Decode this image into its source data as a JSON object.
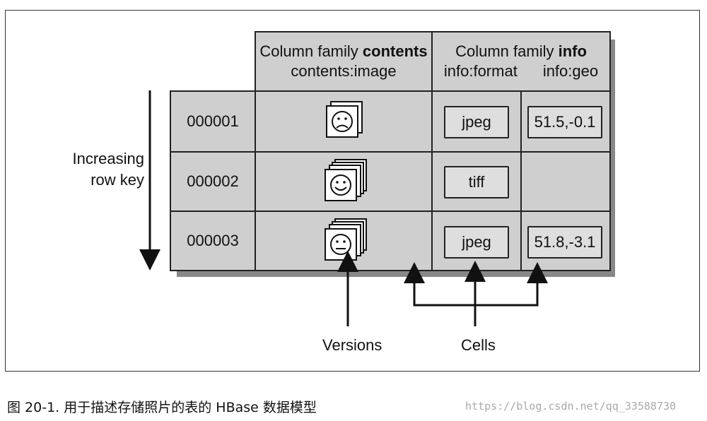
{
  "header": {
    "contents_prefix": "Column family ",
    "contents_name": "contents",
    "contents_column": "contents:image",
    "info_prefix": "Column family ",
    "info_name": "info",
    "info_col_format": "info:format",
    "info_col_geo": "info:geo"
  },
  "row_axis_label": [
    "Increasing",
    "row key"
  ],
  "rows": [
    {
      "key": "000001",
      "image_face": "sad-face",
      "format": "jpeg",
      "geo": "51.5,-0.1"
    },
    {
      "key": "000002",
      "image_face": "smile-face",
      "format": "tiff",
      "geo": ""
    },
    {
      "key": "000003",
      "image_face": "neutral-face",
      "format": "jpeg",
      "geo": "51.8,-3.1"
    }
  ],
  "annotations": {
    "versions": "Versions",
    "cells": "Cells"
  },
  "caption": "图 20-1. 用于描述存储照片的表的 HBase 数据模型",
  "watermark": "https://blog.csdn.net/qq_33588730"
}
